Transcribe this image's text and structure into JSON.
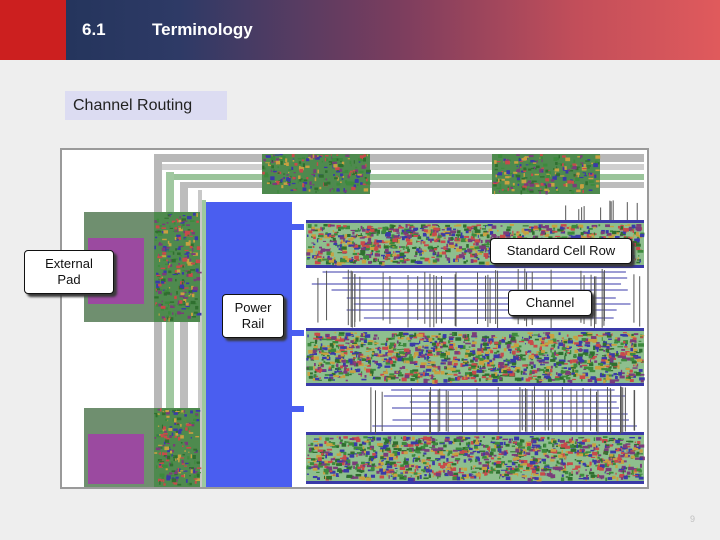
{
  "header": {
    "section_number": "6.1",
    "title": "Terminology",
    "accent_red": "#cc1f1f"
  },
  "subtitle": "Channel Routing",
  "figure": {
    "callouts": {
      "external_pad": "External\nPad",
      "standard_cell_row": "Standard Cell Row",
      "power_rail": "Power\nRail",
      "channel": "Channel"
    },
    "colors": {
      "power_rail": "#4a5ef0",
      "pad": "#9b4aa0",
      "cell_green": "#3d8a3d",
      "wire_blue": "#3a3aa8"
    }
  },
  "footer": {
    "page_number": "9"
  }
}
